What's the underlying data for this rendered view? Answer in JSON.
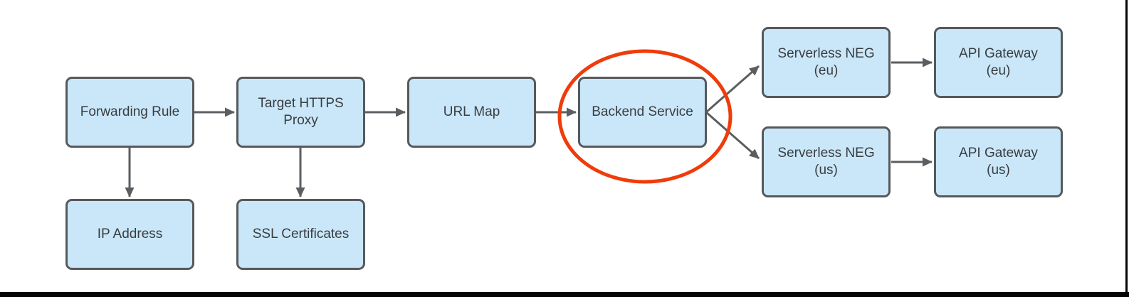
{
  "diagram": {
    "description": "Load balancer architecture flowchart",
    "colors": {
      "node_fill": "#c9e7f9",
      "node_border": "#56595c",
      "arrow": "#5b5e61",
      "text": "#3a3d40",
      "highlight": "#ef3c0a",
      "frame": "#050505"
    },
    "nodes": [
      {
        "id": "forwarding-rule",
        "label": "Forwarding Rule"
      },
      {
        "id": "target-https-proxy",
        "label": "Target HTTPS\nProxy"
      },
      {
        "id": "url-map",
        "label": "URL Map"
      },
      {
        "id": "backend-service",
        "label": "Backend Service",
        "highlighted": true
      },
      {
        "id": "serverless-neg-eu",
        "label": "Serverless NEG\n(eu)"
      },
      {
        "id": "api-gateway-eu",
        "label": "API Gateway\n(eu)"
      },
      {
        "id": "serverless-neg-us",
        "label": "Serverless NEG\n(us)"
      },
      {
        "id": "api-gateway-us",
        "label": "API Gateway\n(us)"
      },
      {
        "id": "ip-address",
        "label": "IP Address"
      },
      {
        "id": "ssl-certificates",
        "label": "SSL Certificates"
      }
    ],
    "edges": [
      {
        "from": "forwarding-rule",
        "to": "target-https-proxy"
      },
      {
        "from": "target-https-proxy",
        "to": "url-map"
      },
      {
        "from": "url-map",
        "to": "backend-service"
      },
      {
        "from": "backend-service",
        "to": "serverless-neg-eu"
      },
      {
        "from": "backend-service",
        "to": "serverless-neg-us"
      },
      {
        "from": "serverless-neg-eu",
        "to": "api-gateway-eu"
      },
      {
        "from": "serverless-neg-us",
        "to": "api-gateway-us"
      },
      {
        "from": "forwarding-rule",
        "to": "ip-address"
      },
      {
        "from": "target-https-proxy",
        "to": "ssl-certificates"
      }
    ],
    "annotations": [
      {
        "type": "ellipse-highlight",
        "target": "backend-service",
        "color": "#ef3c0a"
      }
    ]
  }
}
